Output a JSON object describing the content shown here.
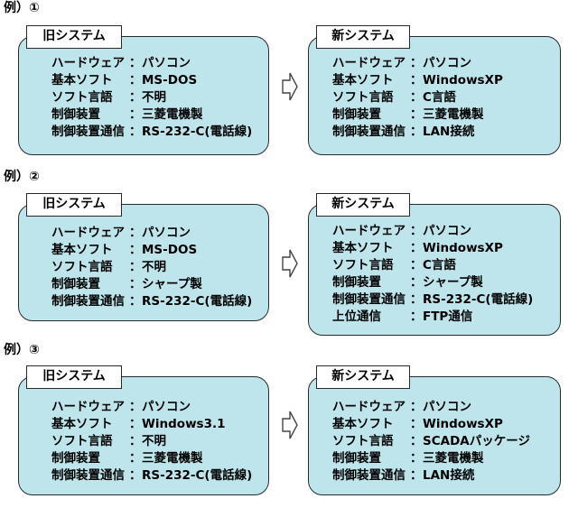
{
  "arrow_icon": "right-arrow-outline-icon",
  "colors": {
    "panel_fill": "#bfe5ec",
    "panel_border": "#2a2a2a",
    "title_fill": "#ffffff"
  },
  "examples": [
    {
      "label": "例）①",
      "old": {
        "title": "旧システム",
        "rows": [
          {
            "key": "ハードウェア",
            "sep": "：",
            "value": "パソコン"
          },
          {
            "key": "基本ソフト",
            "sep": "：",
            "value": "MS-DOS"
          },
          {
            "key": "ソフト言語",
            "sep": "：",
            "value": "不明"
          },
          {
            "key": "制御装置",
            "sep": "：",
            "value": "三菱電機製"
          },
          {
            "key": "制御装置通信",
            "sep": "：",
            "value": "RS-232-C(電話線)"
          }
        ]
      },
      "new": {
        "title": "新システム",
        "rows": [
          {
            "key": "ハードウェア",
            "sep": "：",
            "value": "パソコン"
          },
          {
            "key": "基本ソフト",
            "sep": "：",
            "value": "WindowsXP"
          },
          {
            "key": "ソフト言語",
            "sep": "：",
            "value": "C言語"
          },
          {
            "key": "制御装置",
            "sep": "：",
            "value": "三菱電機製"
          },
          {
            "key": "制御装置通信",
            "sep": "：",
            "value": "LAN接続"
          }
        ]
      }
    },
    {
      "label": "例）②",
      "old": {
        "title": "旧システム",
        "rows": [
          {
            "key": "ハードウェア",
            "sep": "：",
            "value": "パソコン"
          },
          {
            "key": "基本ソフト",
            "sep": "：",
            "value": "MS-DOS"
          },
          {
            "key": "ソフト言語",
            "sep": "：",
            "value": "不明"
          },
          {
            "key": "制御装置",
            "sep": "：",
            "value": "シャープ製"
          },
          {
            "key": "制御装置通信",
            "sep": "：",
            "value": "RS-232-C(電話線)"
          }
        ]
      },
      "new": {
        "title": "新システム",
        "rows": [
          {
            "key": "ハードウェア",
            "sep": "：",
            "value": "パソコン"
          },
          {
            "key": "基本ソフト",
            "sep": "：",
            "value": "WindowsXP"
          },
          {
            "key": "ソフト言語",
            "sep": "：",
            "value": "C言語"
          },
          {
            "key": "制御装置",
            "sep": "：",
            "value": "シャープ製"
          },
          {
            "key": "制御装置通信",
            "sep": "：",
            "value": "RS-232-C(電話線)"
          },
          {
            "key": "上位通信",
            "sep": "：",
            "value": "FTP通信"
          }
        ]
      }
    },
    {
      "label": "例）③",
      "old": {
        "title": "旧システム",
        "rows": [
          {
            "key": "ハードウェア",
            "sep": "：",
            "value": "パソコン"
          },
          {
            "key": "基本ソフト",
            "sep": "：",
            "value": "Windows3.1"
          },
          {
            "key": "ソフト言語",
            "sep": "：",
            "value": "不明"
          },
          {
            "key": "制御装置",
            "sep": "：",
            "value": "三菱電機製"
          },
          {
            "key": "制御装置通信",
            "sep": "：",
            "value": "RS-232-C(電話線)"
          }
        ]
      },
      "new": {
        "title": "新システム",
        "rows": [
          {
            "key": "ハードウェア",
            "sep": "：",
            "value": "パソコン"
          },
          {
            "key": "基本ソフト",
            "sep": "：",
            "value": "WindowsXP"
          },
          {
            "key": "ソフト言語",
            "sep": "：",
            "value": "SCADAパッケージ"
          },
          {
            "key": "制御装置",
            "sep": "：",
            "value": "三菱電機製"
          },
          {
            "key": "制御装置通信",
            "sep": "：",
            "value": "LAN接続"
          }
        ]
      }
    }
  ]
}
